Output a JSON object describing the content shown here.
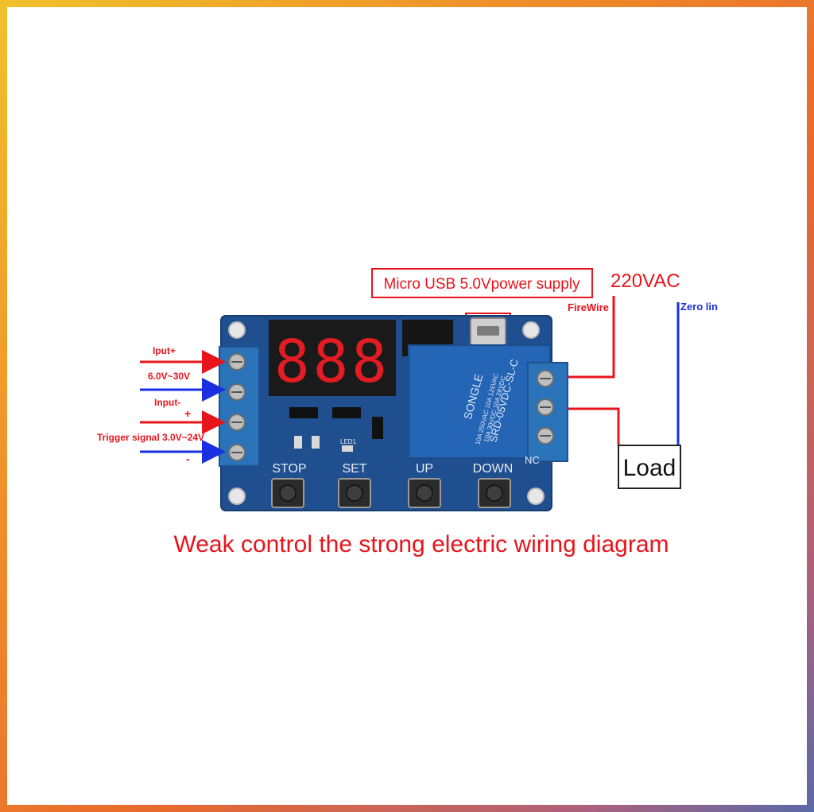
{
  "power_box": {
    "label": "Micro USB 5.0Vpower supply"
  },
  "ac": {
    "voltage": "220VAC",
    "fire_wire": "FireWire",
    "zero_line": "Zero lin"
  },
  "left_labels": {
    "input_plus": "Iput+",
    "voltage_range": "6.0V~30V",
    "input_minus": "Input-",
    "plus_sign": "+",
    "trigger": "Trigger signal 3.0V~24V",
    "minus_sign": "-"
  },
  "board": {
    "display_digits": "888",
    "buttons": [
      "STOP",
      "SET",
      "UP",
      "DOWN"
    ],
    "nc_label": "NC",
    "led_label": "LED1",
    "relay_text": [
      "SONGLE",
      "SRD-05VDC-SL-C",
      "10A 250VAC 10A 125VAC",
      "10A 30VDC 10A 28VDC"
    ]
  },
  "load": {
    "label": "Load"
  },
  "caption": "Weak control the strong electric wiring diagram",
  "colors": {
    "red": "#e8141c",
    "blue": "#1a2fe0",
    "pcb": "#1f4f8e",
    "terminal": "#2b73b8"
  }
}
